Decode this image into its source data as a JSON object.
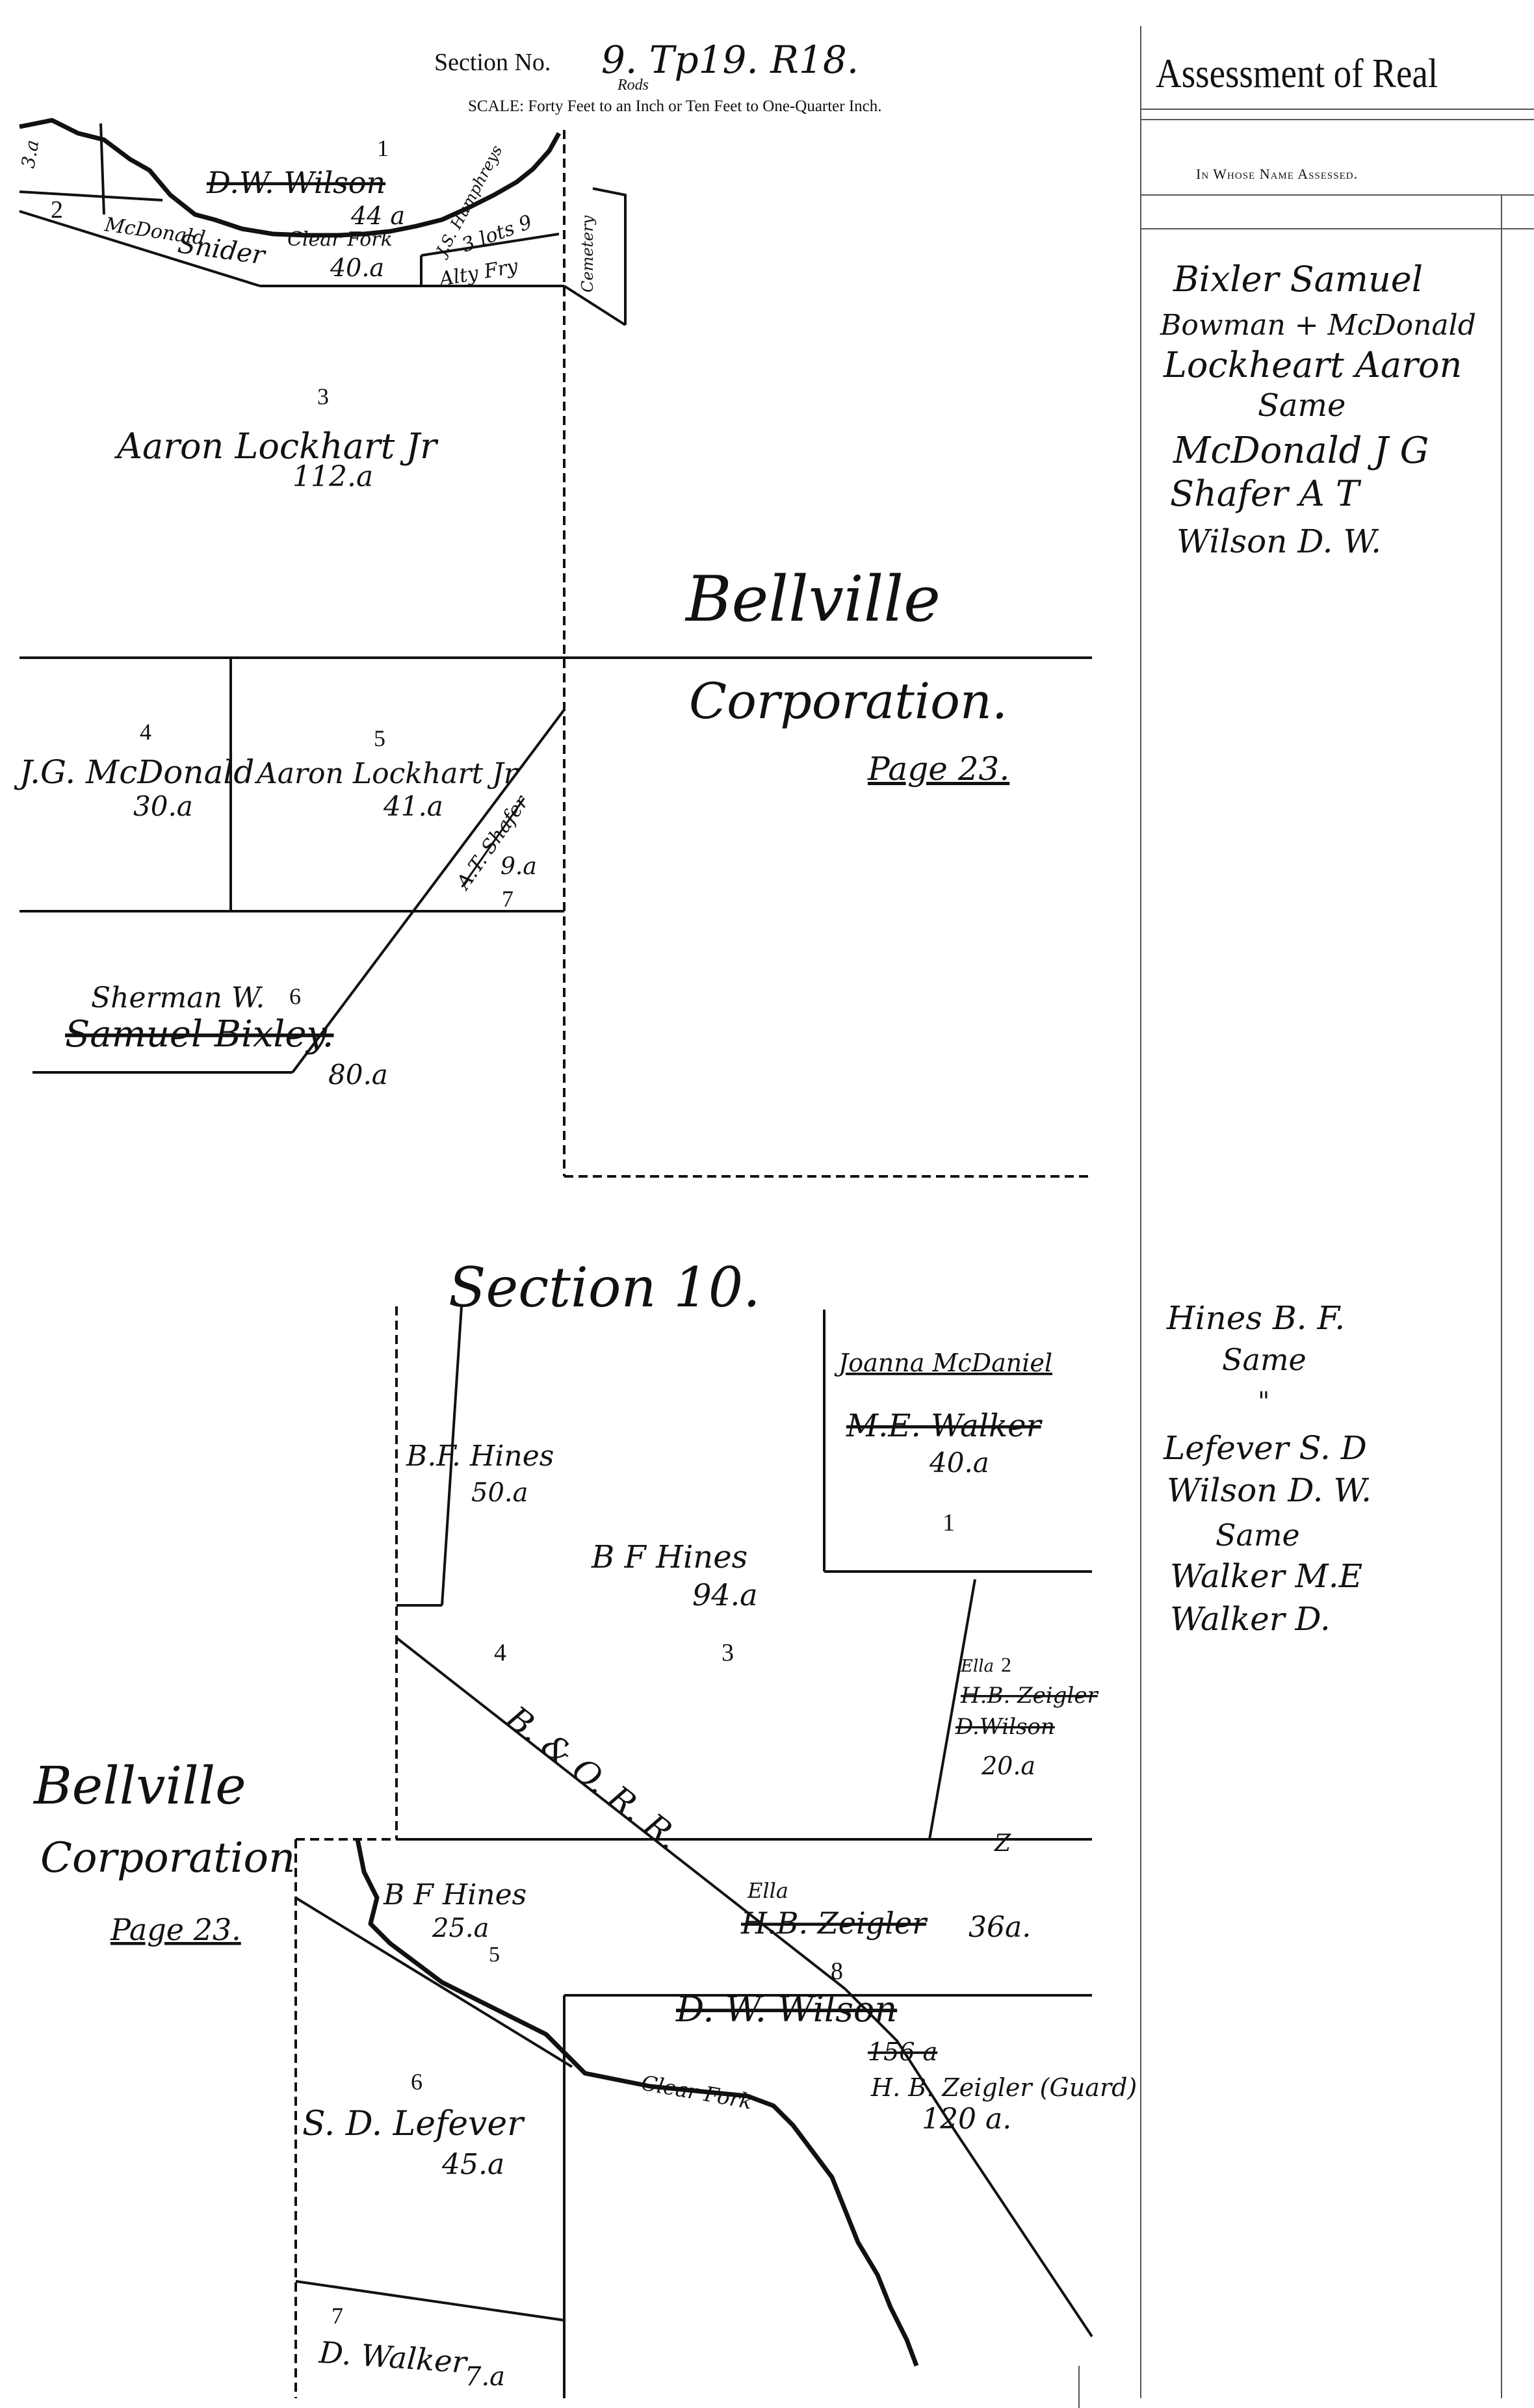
{
  "header": {
    "section_label": "Section No.",
    "section_value": "9. Tp19. R18.",
    "scale_text": "SCALE:  Forty Feet to an Inch or Ten Feet to One-Quarter Inch.",
    "scale_correction": "Rods",
    "assessment_title": "Assessment of Real",
    "column_heading": "In Whose Name Assessed."
  },
  "section9": {
    "corner_label": "3.a",
    "corner_label_b": "3",
    "parcels": [
      {
        "num": "1",
        "owner": "D.W. Wilson",
        "acres": "44 a"
      },
      {
        "num": "2",
        "owner": "McDonald",
        "owner_b": "Snider",
        "acres": "40.a",
        "extra": "Clear Fork"
      },
      {
        "num": "3",
        "owner": "Aaron Lockhart Jr",
        "acres": "112.a"
      },
      {
        "num": "4",
        "owner": "J.G. McDonald",
        "acres": "30.a"
      },
      {
        "num": "5",
        "owner": "Aaron Lockhart Jr",
        "acres": "41.a"
      },
      {
        "num": "6",
        "owner_top": "Sherman W.",
        "owner": "Samuel Bixley.",
        "acres": "80.a"
      },
      {
        "num": "7",
        "owner": "A.T. Shafer",
        "acres": "9.a"
      }
    ],
    "small_parcel": {
      "owner": "J.S. Humphreys",
      "acres": "3 lots 9",
      "label": "Alty Fry"
    },
    "cemetery": "Cemetery",
    "town": "Bellville",
    "corporation": "Corporation.",
    "page_ref": "Page 23."
  },
  "section10": {
    "title": "Section 10.",
    "parcels": [
      {
        "num": "1",
        "owner_top": "Joanna McDaniel",
        "owner": "M.E. Walker",
        "acres": "40.a"
      },
      {
        "owner": "B.F. Hines",
        "acres": "50.a"
      },
      {
        "owner": "B F Hines",
        "acres": "94.a"
      },
      {
        "num": "2",
        "owner_top": "Ella",
        "owner": "H.B. Zeigler",
        "owner_b": "D.Wilson",
        "acres": "20.a"
      },
      {
        "num": "4"
      },
      {
        "num": "3"
      },
      {
        "num": "5",
        "owner": "B F Hines",
        "acres": "25.a"
      },
      {
        "num": "6",
        "owner": "S. D. Lefever",
        "acres": "45.a"
      },
      {
        "num": "7",
        "owner": "D. Walker",
        "acres": "7.a"
      },
      {
        "num": "8",
        "owner_top": "Ella",
        "owner": "H.B. Zeigler",
        "acres": "36a."
      },
      {
        "owner": "D. W. Wilson",
        "acres": "156 a"
      },
      {
        "owner": "H. B. Zeigler (Guard)",
        "acres": "120 a."
      }
    ],
    "parcel_z": "Z",
    "railroad": "B. & O. R. R.",
    "creek": "Clear Fork",
    "town": "Bellville",
    "corporation": "Corporation",
    "page_ref": "Page 23."
  },
  "assessed_names_sec9": [
    "Bixler Samuel",
    "Bowman + McDonald",
    "Lockheart Aaron",
    "Same",
    "McDonald J G",
    "Shafer A T",
    "Wilson D. W."
  ],
  "assessed_names_sec10": [
    "Hines B. F.",
    "Same",
    "\"",
    "Lefever S. D",
    "Wilson D. W.",
    "Same",
    "Walker M.E",
    "Walker D."
  ]
}
